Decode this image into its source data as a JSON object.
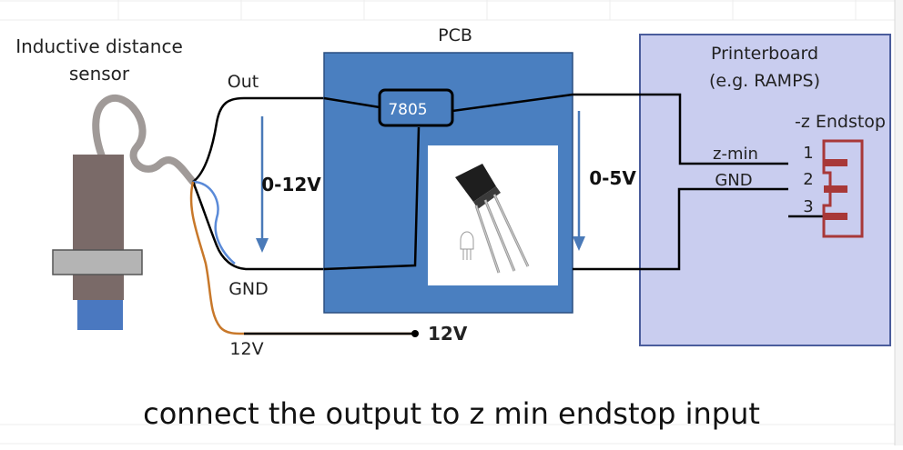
{
  "sensor": {
    "title": "Inductive distance sensor",
    "title_line1": "Inductive distance",
    "title_line2": "sensor"
  },
  "wires": {
    "out_label": "Out",
    "gnd_label": "GND",
    "supply_label": "12V",
    "supply_terminal_label": "12V"
  },
  "pcb": {
    "title": "PCB",
    "regulator_label": "7805",
    "input_voltage_label": "0-12V",
    "output_voltage_label": "0-5V",
    "regulator_photo_icon": "to92-transistor-photo"
  },
  "printerboard": {
    "title": "Printerboard (e.g. RAMPS)",
    "title_line1": "Printerboard",
    "title_line2": "(e.g. RAMPS)",
    "connector_title": "-z Endstop",
    "zmin_label": "z-min",
    "gnd_label": "GND",
    "pins": [
      "1",
      "2",
      "3"
    ]
  },
  "caption": "connect the output to z min endstop input",
  "colors": {
    "pcb_fill": "#4a7fc0",
    "printerboard_fill": "#c9cdef",
    "printerboard_border": "#4a5c9c",
    "voltage_arrow": "#4a7ab8",
    "sensor_body": "#7a6a68",
    "sensor_nut": "#b4b4b4",
    "sensor_tip": "#4a78c0",
    "cable": "#a09a98",
    "gnd_wire": "#5a8ad8",
    "supply_wire": "#c8782a",
    "connector_red": "#a83838"
  }
}
